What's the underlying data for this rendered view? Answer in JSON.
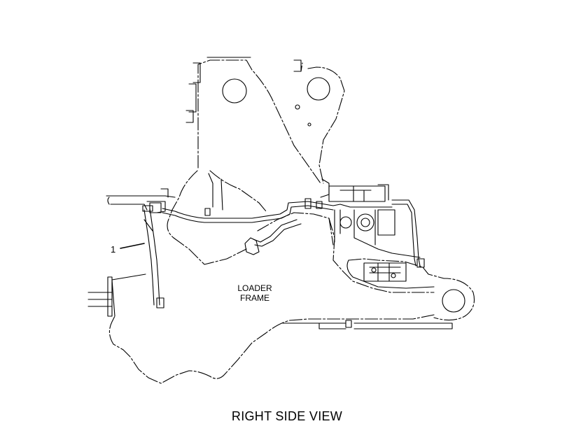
{
  "labels": {
    "loader_frame_line1": "LOADER",
    "loader_frame_line2": "FRAME",
    "callout_1": "1",
    "view_caption": "RIGHT SIDE VIEW"
  },
  "colors": {
    "line": "#000000",
    "background": "#ffffff"
  }
}
